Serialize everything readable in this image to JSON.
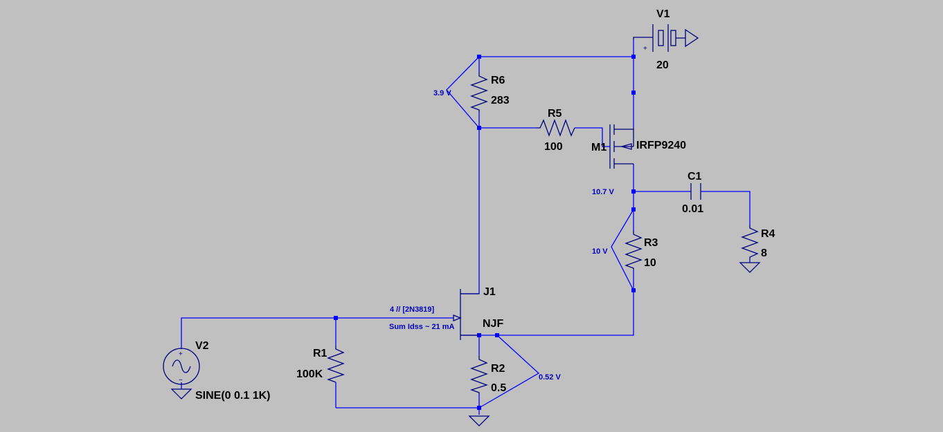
{
  "schematic": {
    "components": {
      "V1": {
        "name": "V1",
        "value": "20"
      },
      "V2": {
        "name": "V2",
        "value": "SINE(0 0.1 1K)"
      },
      "R1": {
        "name": "R1",
        "value": "100K"
      },
      "R2": {
        "name": "R2",
        "value": "0.5"
      },
      "R3": {
        "name": "R3",
        "value": "10"
      },
      "R4": {
        "name": "R4",
        "value": "8"
      },
      "R5": {
        "name": "R5",
        "value": "100"
      },
      "R6": {
        "name": "R6",
        "value": "283"
      },
      "C1": {
        "name": "C1",
        "value": "0.01"
      },
      "M1": {
        "name": "M1",
        "value": "IRFP9240"
      },
      "J1": {
        "name": "J1",
        "model": "4 // [2N3819]",
        "note": "Sum Idss ~ 21 mA",
        "type": "NJF"
      }
    },
    "voltage_probes": {
      "r6": "3.9 V",
      "drain": "10.7 V",
      "r3": "10 V",
      "source": "0.52 V"
    },
    "symbols": {
      "plus": "+",
      "minus": "−"
    },
    "colors": {
      "background": "#c0c0c0",
      "wire": "#0000ff",
      "symbol": "#000080",
      "label": "#000000"
    }
  }
}
